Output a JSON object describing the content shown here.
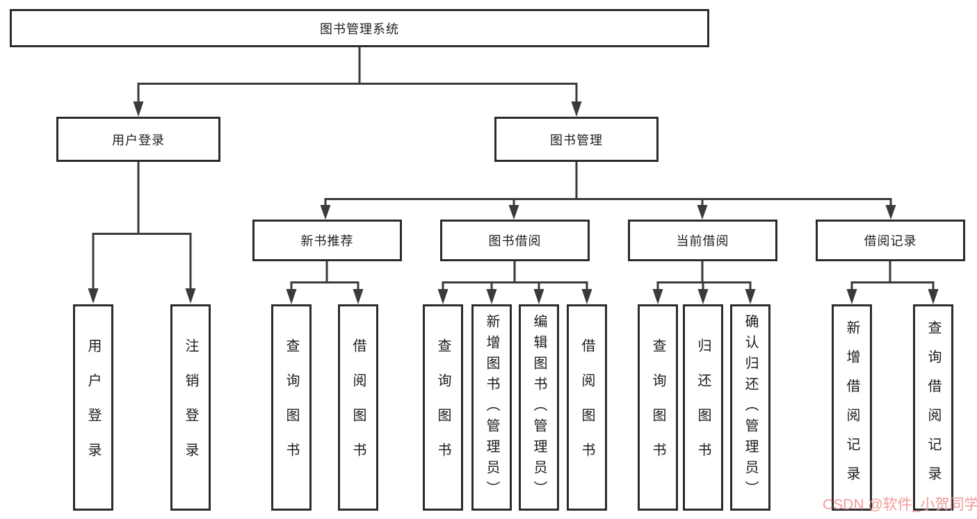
{
  "diagram": {
    "root_label": "图书管理系统",
    "level2": {
      "user_login": "用户登录",
      "book_management": "图书管理"
    },
    "level3": {
      "new_book_recommend": "新书推荐",
      "book_borrow": "图书借阅",
      "current_borrow": "当前借阅",
      "borrow_records": "借阅记录"
    },
    "leaves": {
      "user_login": [
        "用户登录",
        "注销登录"
      ],
      "new_book_recommend": [
        "查询图书",
        "借阅图书"
      ],
      "book_borrow": [
        "查询图书",
        "新增图书（管理员）",
        "编辑图书（管理员）",
        "借阅图书"
      ],
      "current_borrow": [
        "查询图书",
        "归还图书",
        "确认归还（管理员）"
      ],
      "borrow_records": [
        "新增借阅记录",
        "查询借阅记录"
      ]
    }
  },
  "watermark": {
    "text": "CSDN @软件_小贺同学",
    "color": "#f08f8f"
  },
  "colors": {
    "line": "#3a3a3a",
    "box_border": "#2b2b2b",
    "text": "#1c1c1c",
    "background": "#ffffff"
  }
}
